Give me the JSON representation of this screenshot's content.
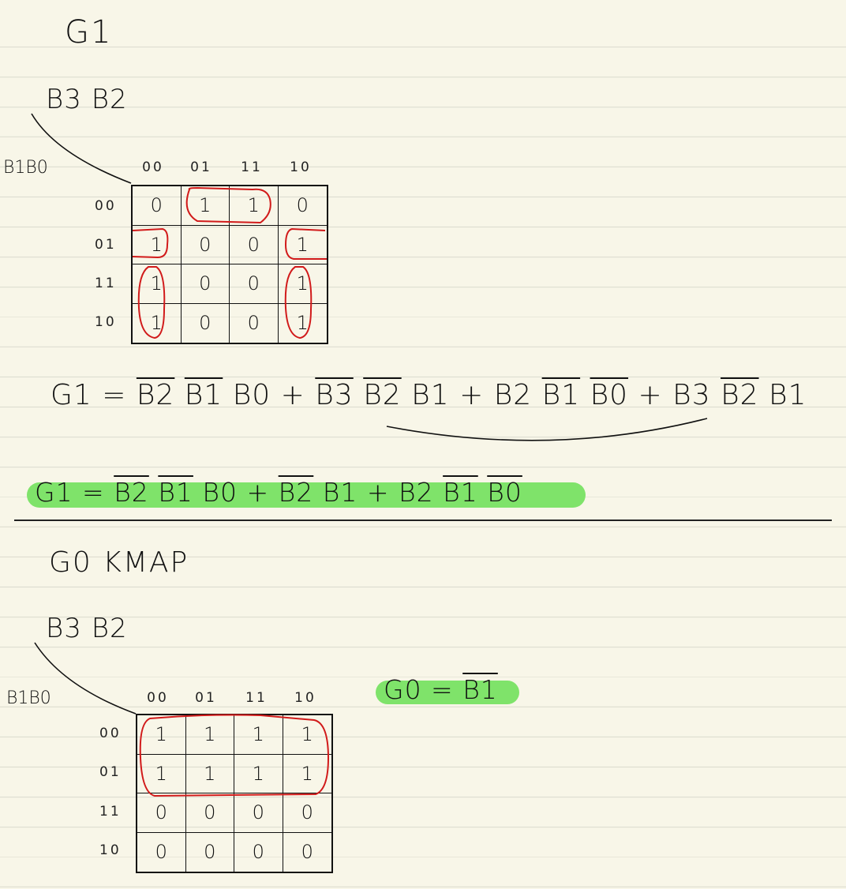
{
  "g1": {
    "title": "G1",
    "row_var_label": "B3 B2",
    "col_var_label": "B1B0",
    "col_headers": [
      "00",
      "01",
      "11",
      "10"
    ],
    "row_headers": [
      "00",
      "01",
      "11",
      "10"
    ],
    "cells": [
      [
        "0",
        "1",
        "1",
        "0"
      ],
      [
        "1",
        "0",
        "0",
        "1"
      ],
      [
        "1",
        "0",
        "0",
        "1"
      ],
      [
        "1",
        "0",
        "0",
        "1"
      ]
    ],
    "equation_full": {
      "prefix": "G1 = ",
      "terms": [
        {
          "a": "B2",
          "b": "B1",
          "c": "B0"
        },
        {
          "a": "B3",
          "b": "B2",
          "c": "B1"
        },
        {
          "a": "B2",
          "b": "B1",
          "c": "B0"
        },
        {
          "a": "B3",
          "b": "B2",
          "c": "B1"
        }
      ]
    },
    "equation_simplified": {
      "prefix": "G1 = ",
      "t1a": "B2",
      "t1b": "B1",
      "t1c": "B0",
      "t2a": "B2",
      "t2b": "B1",
      "t3a": "B2",
      "t3b": "B1",
      "t3c": "B0"
    }
  },
  "g0": {
    "title": "G0 KMAP",
    "row_var_label": "B3 B2",
    "col_var_label": "B1B0",
    "col_headers": [
      "00",
      "01",
      "11",
      "10"
    ],
    "row_headers": [
      "00",
      "01",
      "11",
      "10"
    ],
    "cells": [
      [
        "1",
        "1",
        "1",
        "1"
      ],
      [
        "1",
        "1",
        "1",
        "1"
      ],
      [
        "0",
        "0",
        "0",
        "0"
      ],
      [
        "0",
        "0",
        "0",
        "0"
      ]
    ],
    "equation": {
      "prefix": "G0 = ",
      "term": "B1"
    }
  },
  "colors": {
    "paper": "#f8f6e8",
    "rule": "#dcdccf",
    "highlight": "#7fe36a",
    "ink": "#111111",
    "loop": "#d11a1a"
  }
}
